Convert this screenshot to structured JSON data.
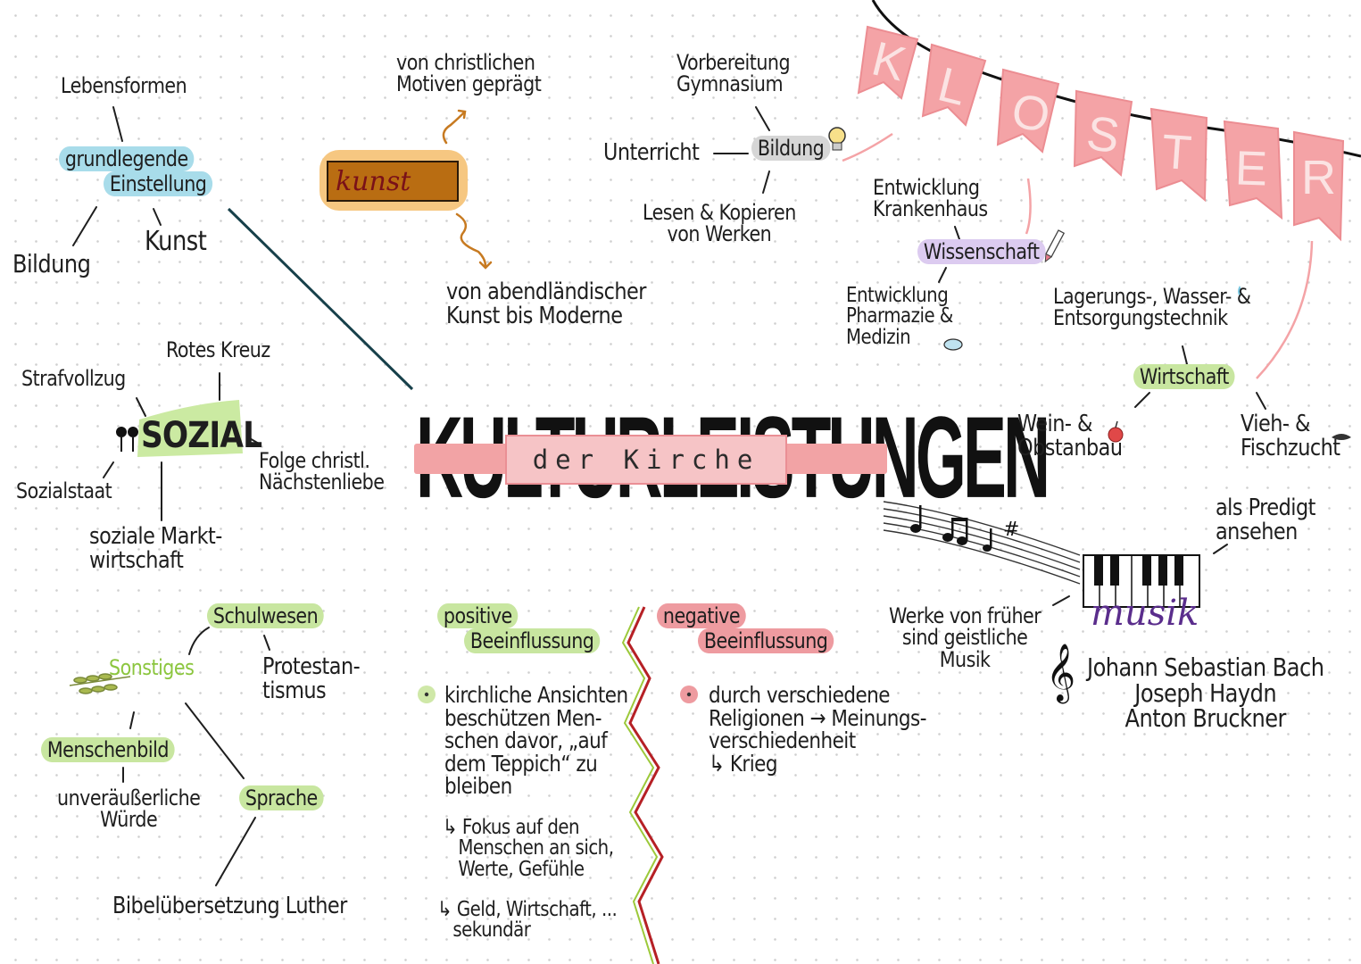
{
  "title": {
    "main": "KULTURLEISTUNGEN",
    "sub": "der Kirche"
  },
  "banner": {
    "letters": [
      "K",
      "L",
      "O",
      "S",
      "T",
      "E",
      "R"
    ],
    "color": "#f4a3a6"
  },
  "colors": {
    "blue": "#a8dcea",
    "green": "#c8e6a0",
    "purple": "#dccbf0",
    "red": "#ee9ba0",
    "orange": "#f6c781",
    "brown": "#b96d12"
  },
  "einstellung": {
    "lebensformen": "Lebensformen",
    "node_line1": "grundlegende",
    "node_line2": "Einstellung",
    "bildung": "Bildung",
    "kunst": "Kunst"
  },
  "kunst": {
    "label": "kunst",
    "top": "von christlichen\nMotiven geprägt",
    "bottom": "von abendländischer\nKunst bis Moderne"
  },
  "bildung": {
    "node": "Bildung",
    "gymnasium": "Vorbereitung\nGymnasium",
    "unterricht": "Unterricht",
    "lesen": "Lesen & Kopieren\nvon Werken"
  },
  "wissenschaft": {
    "node": "Wissenschaft",
    "krankenhaus": "Entwicklung\nKrankenhaus",
    "pharmazie": "Entwicklung\nPharmazie &\nMedizin"
  },
  "wirtschaft": {
    "node": "Wirtschaft",
    "lagerung": "Lagerungs-, Wasser- &\nEntsorgungstechnik",
    "wein": "Wein- &\nObstanbau",
    "vieh": "Vieh- &\nFischzucht"
  },
  "sozial": {
    "node": "SOZIAL",
    "rotes_kreuz": "Rotes Kreuz",
    "strafvollzug": "Strafvollzug",
    "sozialstaat": "Sozialstaat",
    "folge": "Folge christl.\nNächstenliebe",
    "marktwirtschaft": "soziale Markt-\nwirtschaft"
  },
  "musik": {
    "label": "musik",
    "predigt": "als Predigt\nansehen",
    "werke": "Werke von früher\nsind geistliche\nMusik",
    "composers": "Johann Sebastian Bach\nJoseph Haydn\nAnton Bruckner"
  },
  "sonstiges": {
    "node": "Sonstiges",
    "schulwesen": "Schulwesen",
    "protestantismus": "Protestan-\ntismus",
    "menschenbild": "Menschenbild",
    "wuerde": "unveräußerliche\nWürde",
    "sprache": "Sprache",
    "luther": "Bibelübersetzung Luther"
  },
  "positive": {
    "line1": "positive",
    "line2": "Beeinflussung",
    "text": "kirchliche Ansichten\nbeschützen Men-\nschen davor, „auf\ndem Teppich“ zu\nbleiben",
    "sub1": "↳ Fokus auf den\n   Menschen an sich,\n   Werte, Gefühle",
    "sub2": "↳ Geld, Wirtschaft, ...\n   sekundär"
  },
  "negative": {
    "line1": "negative",
    "line2": "Beeinflussung",
    "text": "durch verschiedene\nReligionen → Meinungs-\nverschiedenheit\n↳ Krieg"
  }
}
